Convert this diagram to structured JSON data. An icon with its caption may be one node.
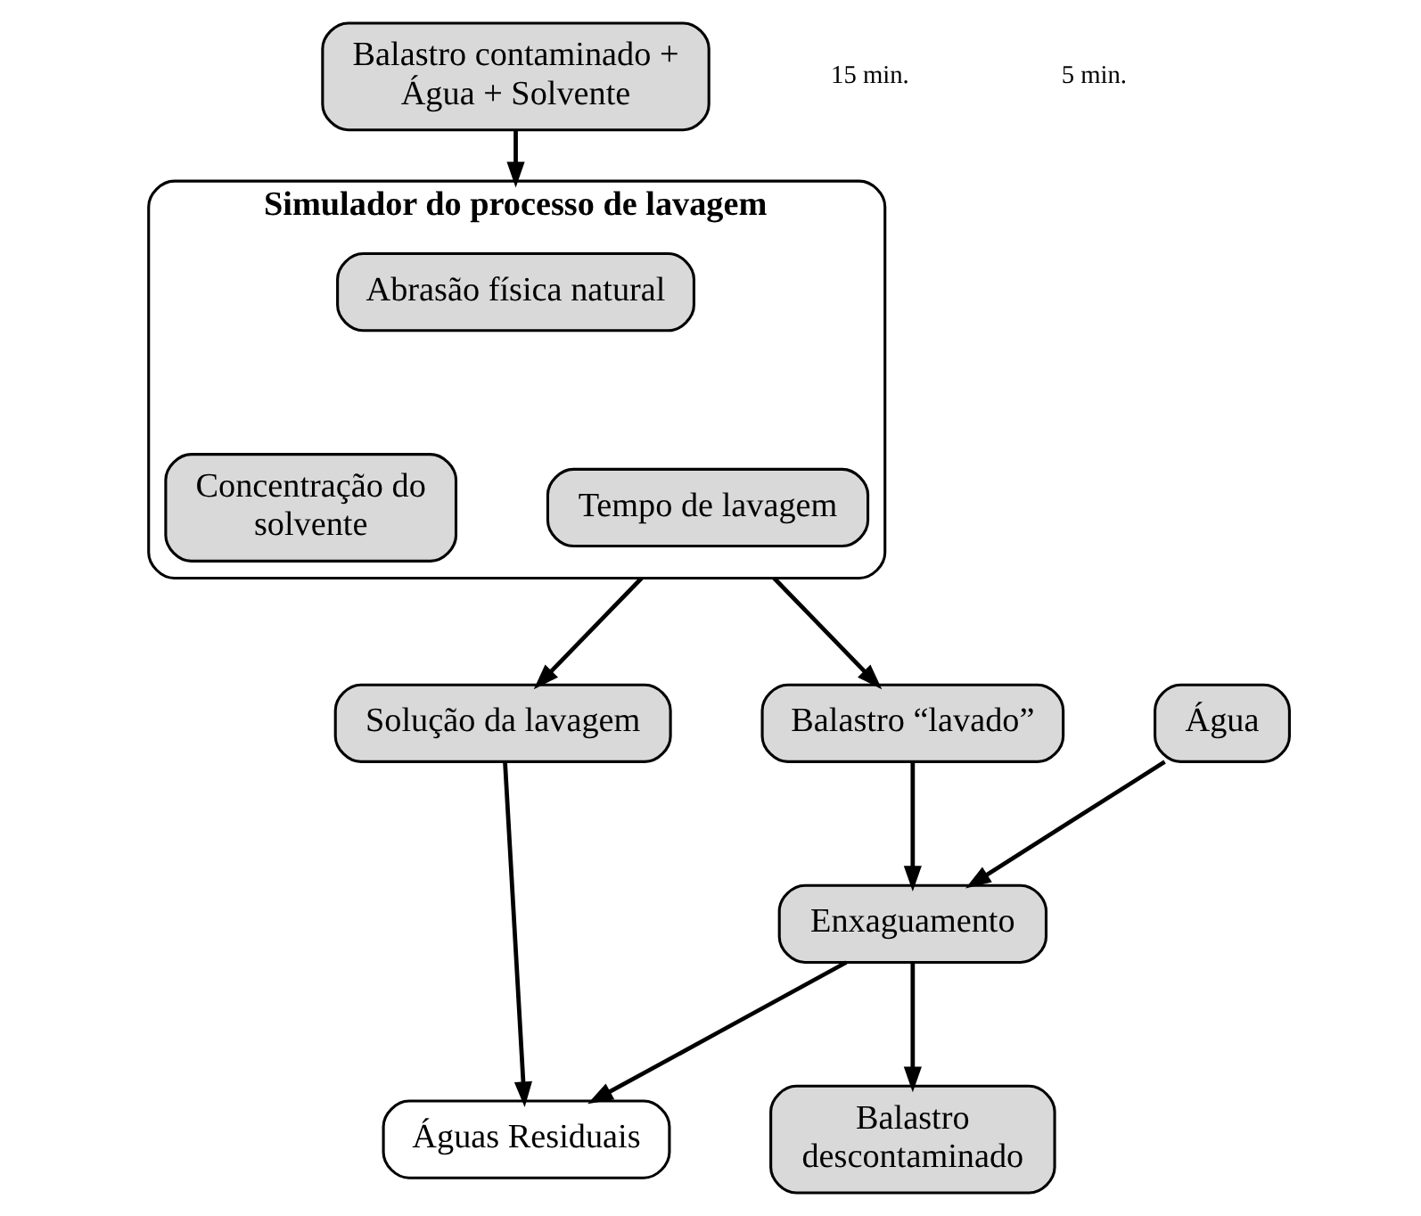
{
  "diagram": {
    "nodes": [
      {
        "text": [
          "Balastro contaminado + Água + Solvente"
        ]
      },
      {
        "text": [
          "Simulador do processo de lavagem"
        ]
      },
      {
        "text": [
          "Abrasão física natural"
        ],
        "in": 1
      },
      {
        "text": [
          "Concentração do solvente"
        ],
        "in": 1
      },
      {
        "text": [
          "Tempo de lavagem"
        ],
        "in": 1
      },
      {
        "text": [
          "Solução da lavagem"
        ]
      },
      {
        "text": [
          "Balastro “lavado”"
        ]
      },
      {
        "text": [
          "Enxaguamento"
        ]
      },
      {
        "text": [
          "Água"
        ]
      },
      {
        "text": [
          "Águas Residuais"
        ]
      },
      {
        "text": [
          "Balastro descontaminado"
        ]
      }
    ],
    "edges": [
      {
        "from": 0,
        "to": 1,
        "arrow": "to"
      },
      {
        "from": 1,
        "to": 5,
        "arrow": "to"
      },
      {
        "from": 1,
        "to": 6,
        "arrow": "to"
      },
      {
        "from": 6,
        "to": 7,
        "arrow": "to"
      },
      {
        "from": 8,
        "to": 7,
        "arrow": "to"
      },
      {
        "from": 7,
        "to": 10,
        "arrow": "to"
      },
      {
        "from": 5,
        "to": 9,
        "arrow": "to"
      },
      {
        "from": 7,
        "to": 9,
        "arrow": "to"
      }
    ],
    "labels": [
      "15 min.",
      "5 min."
    ]
  }
}
